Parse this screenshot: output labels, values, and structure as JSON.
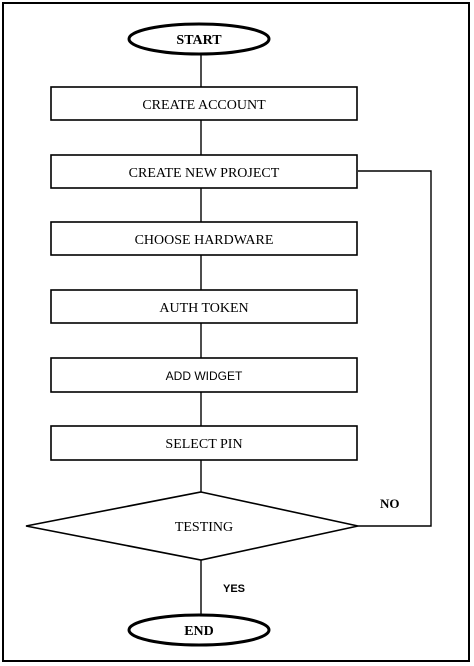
{
  "flowchart": {
    "start": "START",
    "steps": [
      "CREATE ACCOUNT",
      "CREATE NEW PROJECT",
      "CHOOSE HARDWARE",
      "AUTH TOKEN",
      "ADD WIDGET",
      "SELECT PIN"
    ],
    "decision": "TESTING",
    "no_label": "NO",
    "yes_label": "YES",
    "end": "END"
  }
}
